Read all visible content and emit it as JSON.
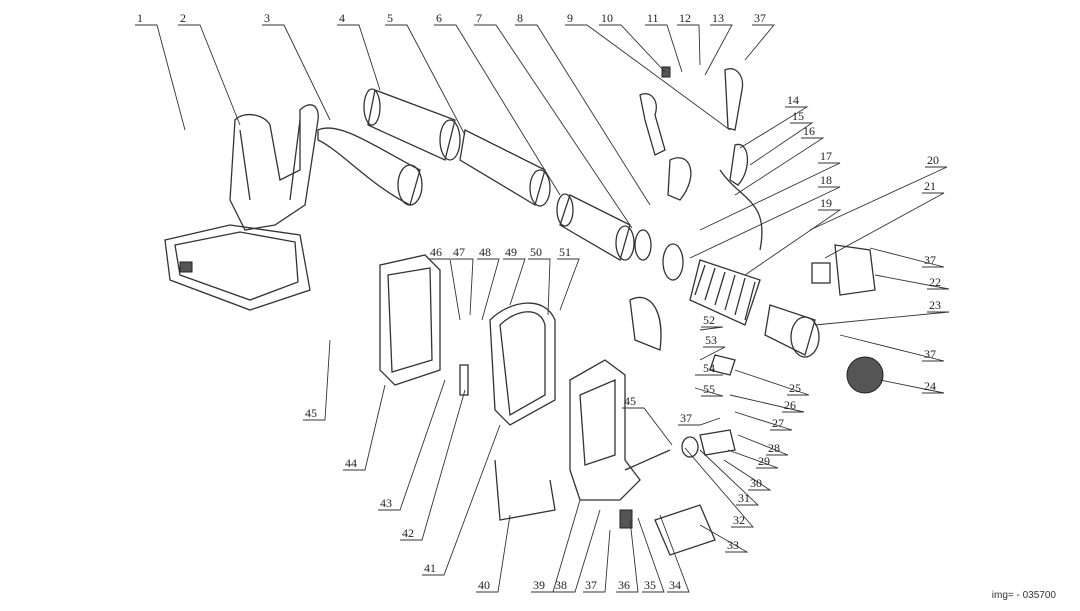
{
  "labels": [
    "1",
    "2",
    "3",
    "4",
    "5",
    "6",
    "7",
    "8",
    "9",
    "10",
    "11",
    "12",
    "13",
    "37",
    "14",
    "15",
    "16",
    "17",
    "18",
    "19",
    "20",
    "21",
    "37",
    "22",
    "23",
    "37",
    "24",
    "25",
    "26",
    "27",
    "28",
    "29",
    "30",
    "31",
    "32",
    "33",
    "34",
    "35",
    "36",
    "37",
    "38",
    "39",
    "40",
    "41",
    "42",
    "43",
    "44",
    "45",
    "46",
    "47",
    "48",
    "49",
    "50",
    "51",
    "52",
    "53",
    "54",
    "55",
    "37",
    "45"
  ],
  "caption": "img= - 035700"
}
